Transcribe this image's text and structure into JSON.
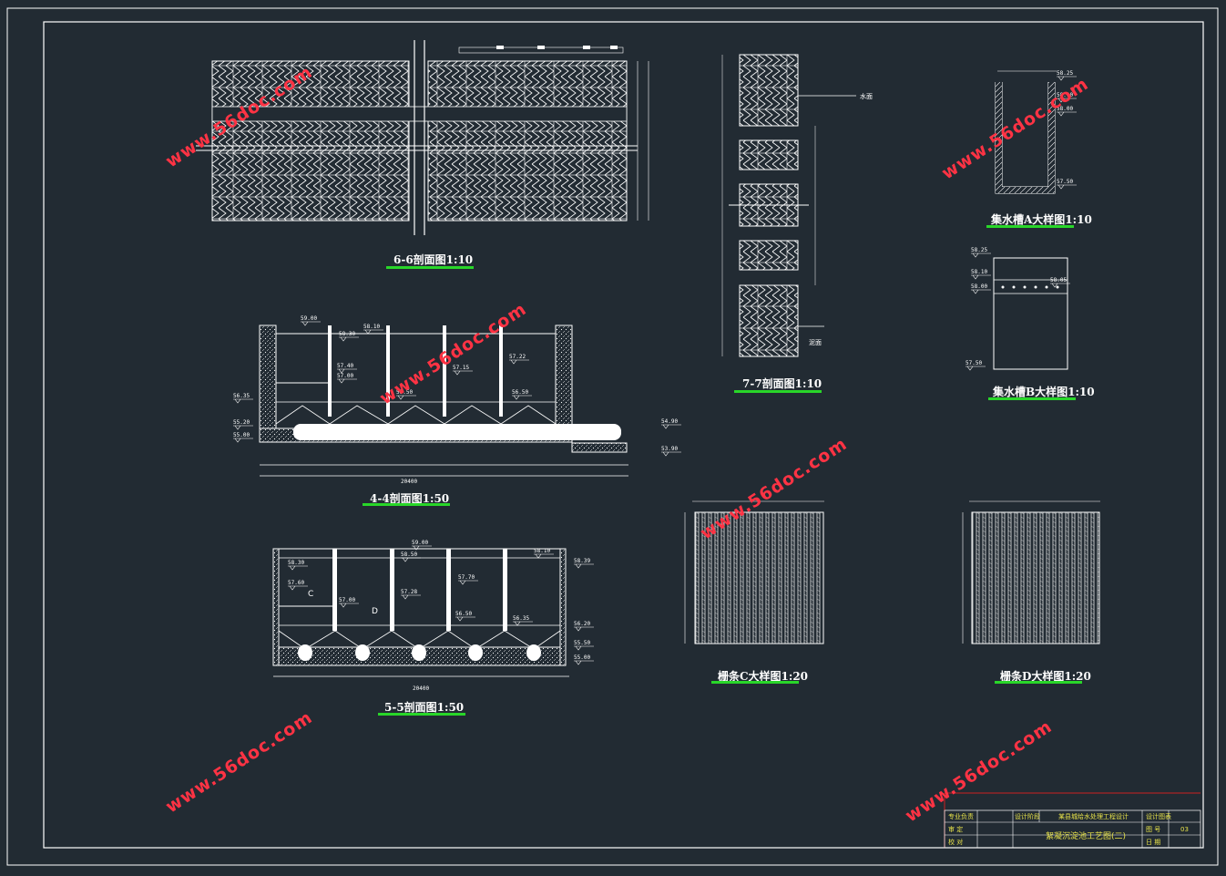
{
  "sections": {
    "s66": {
      "title": "6-6剖面图1:10"
    },
    "s77": {
      "title": "7-7剖面图1:10",
      "water_label": "水面",
      "mud_label": "泥面"
    },
    "s44": {
      "title": "4-4剖面图1:50",
      "total_dim": "20400"
    },
    "s55": {
      "title": "5-5剖面图1:50",
      "total_dim": "20400",
      "mark_c": "C",
      "mark_d": "D"
    },
    "tankA": {
      "title": "集水槽A大样图1:10"
    },
    "tankB": {
      "title": "集水槽B大样图1:10"
    },
    "stripC": {
      "title": "栅条C大样图1:20"
    },
    "stripD": {
      "title": "栅条D大样图1:20"
    }
  },
  "elevations": {
    "s44": [
      "59.00",
      "58.30",
      "58.10",
      "57.40",
      "57.00",
      "57.15",
      "57.22",
      "56.50",
      "56.50",
      "56.35",
      "55.20",
      "55.00",
      "54.90",
      "53.90"
    ],
    "s55": [
      "59.00",
      "58.30",
      "58.50",
      "58.10",
      "58.39",
      "57.60",
      "57.00",
      "57.28",
      "57.70",
      "56.50",
      "56.35",
      "56.20",
      "55.50",
      "55.00"
    ],
    "tankA": [
      "58.25",
      "58.10",
      "58.00",
      "57.50"
    ],
    "tankB": [
      "58.25",
      "58.10",
      "58.05",
      "58.00",
      "57.50"
    ]
  },
  "watermarks": [
    "www.56doc.com",
    "www.56doc.com",
    "www.56doc.com",
    "www.56doc.com",
    "www.56doc.com",
    "www.56doc.com"
  ],
  "title_block": {
    "drawing_title": "絮凝沉淀池工艺图(二)",
    "project": "某县城给水处理工程设计",
    "row1": [
      "专业负责",
      "设计阶段",
      "设计图表"
    ],
    "row2": [
      "审 定",
      "图 号",
      "03"
    ],
    "row3": [
      "校 对",
      "日 期"
    ]
  },
  "colors": {
    "background": "#222b33",
    "line": "#ffffff",
    "caption_underline": "#29d629",
    "watermark": "#ff3344",
    "border_red": "#cc2222"
  }
}
